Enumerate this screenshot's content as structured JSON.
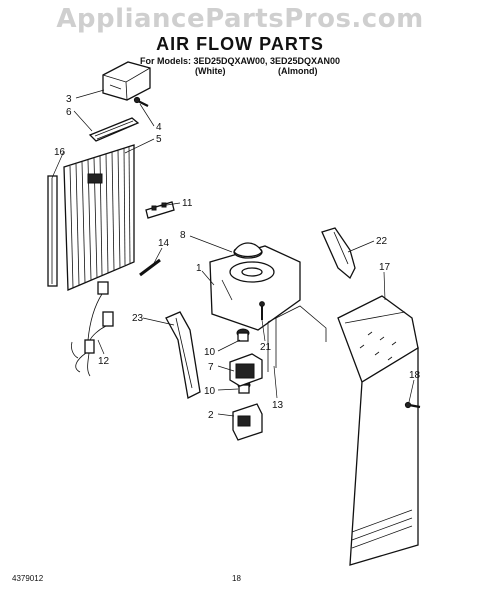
{
  "watermark": "AppliancePartsPros.com",
  "title": "AIR FLOW PARTS",
  "models_line": "For Models: 3ED25DQXAW00, 3ED25DQXAN00",
  "variants": {
    "white": "(White)",
    "almond": "(Almond)"
  },
  "callouts": [
    "3",
    "6",
    "4",
    "5",
    "16",
    "11",
    "8",
    "22",
    "14",
    "17",
    "1",
    "23",
    "10",
    "21",
    "7",
    "12",
    "10",
    "13",
    "18",
    "2"
  ],
  "footer": {
    "doc_number": "4379012",
    "page_number": "18"
  }
}
